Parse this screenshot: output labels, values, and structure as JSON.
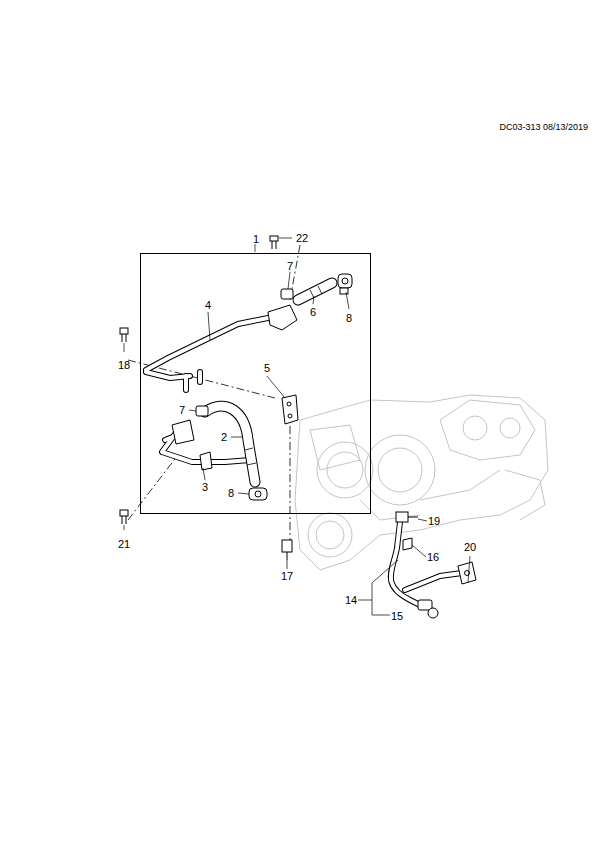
{
  "diagram": {
    "nodes": [
      {
        "text": [
          "1"
        ]
      }
    ],
    "labels": [
      "DC03-313 08/13/2019",
      "22",
      "7",
      "6",
      "8",
      "4",
      "18",
      "5",
      "7",
      "2",
      "8",
      "3",
      "21",
      "17",
      "19",
      "16",
      "20",
      "14",
      "15"
    ]
  }
}
